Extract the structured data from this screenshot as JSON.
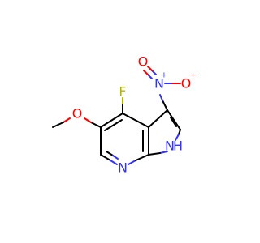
{
  "molecule": {
    "atoms": {
      "fluorine": "F",
      "nitro_nitrogen": "N",
      "nitro_nitrogen_charge": "+",
      "nitro_oxygen_double": "O",
      "nitro_oxygen_single": "O",
      "nitro_oxygen_single_charge": "−",
      "methoxy_oxygen": "O",
      "ring_nitrogen": "N",
      "pyrrole_nitrogen": "N",
      "pyrrole_hydrogen": "H"
    },
    "colors": {
      "carbon_bonds": "#000000",
      "nitrogen": "#3333ff",
      "oxygen": "#ff0000",
      "fluorine": "#b3b300"
    }
  }
}
